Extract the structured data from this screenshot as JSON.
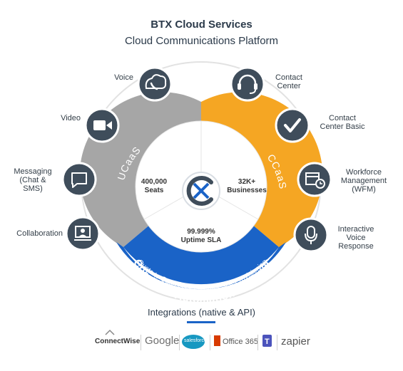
{
  "header": {
    "title": "BTX Cloud Services",
    "subtitle": "Cloud Communications Platform"
  },
  "ring": {
    "ucaas_label": "UCaaS",
    "ccaas_label": "CCaaS",
    "seats_value": "400,000",
    "seats_label": "Seats",
    "businesses_value": "32K+",
    "businesses_label": "Businesses",
    "uptime_value": "99.999%",
    "uptime_label": "Uptime SLA",
    "manager_title": "CoreNexa Automation Manager",
    "manager_sub": "Quote to Cash | User Mgmt | Self-Provisioning"
  },
  "services": {
    "voice": "Voice",
    "video": "Video",
    "messaging": [
      "Messaging",
      "(Chat &",
      "SMS)"
    ],
    "collaboration": "Collaboration",
    "contact_center": [
      "Contact",
      "Center"
    ],
    "contact_center_basic": [
      "Contact",
      "Center Basic"
    ],
    "workforce": [
      "Workforce",
      "Management",
      "(WFM)"
    ],
    "ivr": [
      "Interactive",
      "Voice",
      "Response"
    ]
  },
  "integrations": {
    "title": "Integrations (native & API)",
    "logos": [
      "ConnectWise",
      "Google",
      "salesforce",
      "Office 365",
      "zapier"
    ]
  },
  "colors": {
    "ucaas": "#a6a6a6",
    "ccaas": "#f5a623",
    "manager": "#1a63c7",
    "icon_bg": "#3f4d5b",
    "text": "#2b3a4a"
  }
}
